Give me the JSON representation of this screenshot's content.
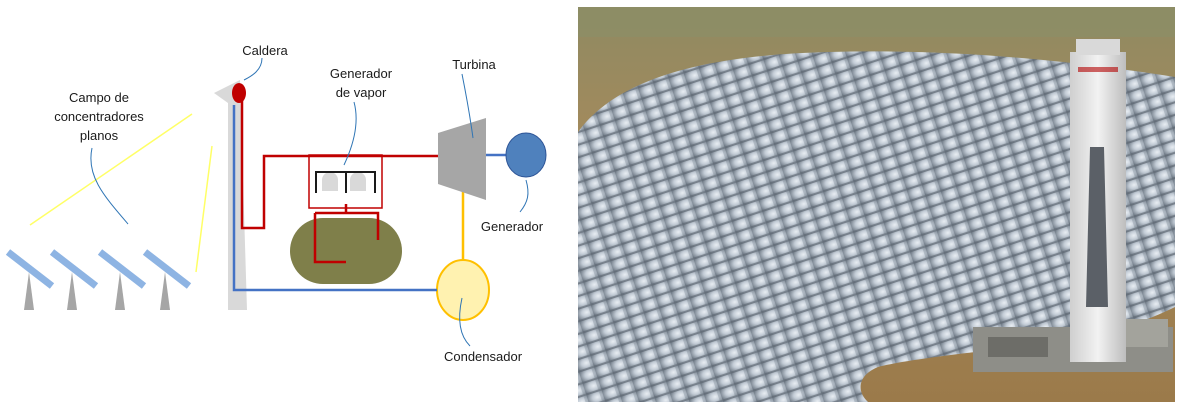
{
  "diagram": {
    "labels": {
      "field": [
        "Campo de",
        "concentradores",
        "planos"
      ],
      "boiler": "Caldera",
      "steam_gen": [
        "Generador",
        "de vapor"
      ],
      "turbine": "Turbina",
      "generator": "Generador",
      "condenser": "Condensador"
    },
    "colors": {
      "hot_pipe": "#c00000",
      "cold_pipe": "#4472c4",
      "condenser_line": "#ffc000",
      "tower": "#d9d9d9",
      "heliostat": "#8eb4e3",
      "turbine": "#a6a6a6",
      "generator": "#4f81bd",
      "condenser": "#fff2b0",
      "storage_tank": "#7f7f4a",
      "sun_ray": "#ffff66"
    }
  },
  "photo": {
    "colors": {
      "terrain": "#b58d57",
      "mirror": "#c9d2dc",
      "tower": "#e3e3e3"
    }
  }
}
